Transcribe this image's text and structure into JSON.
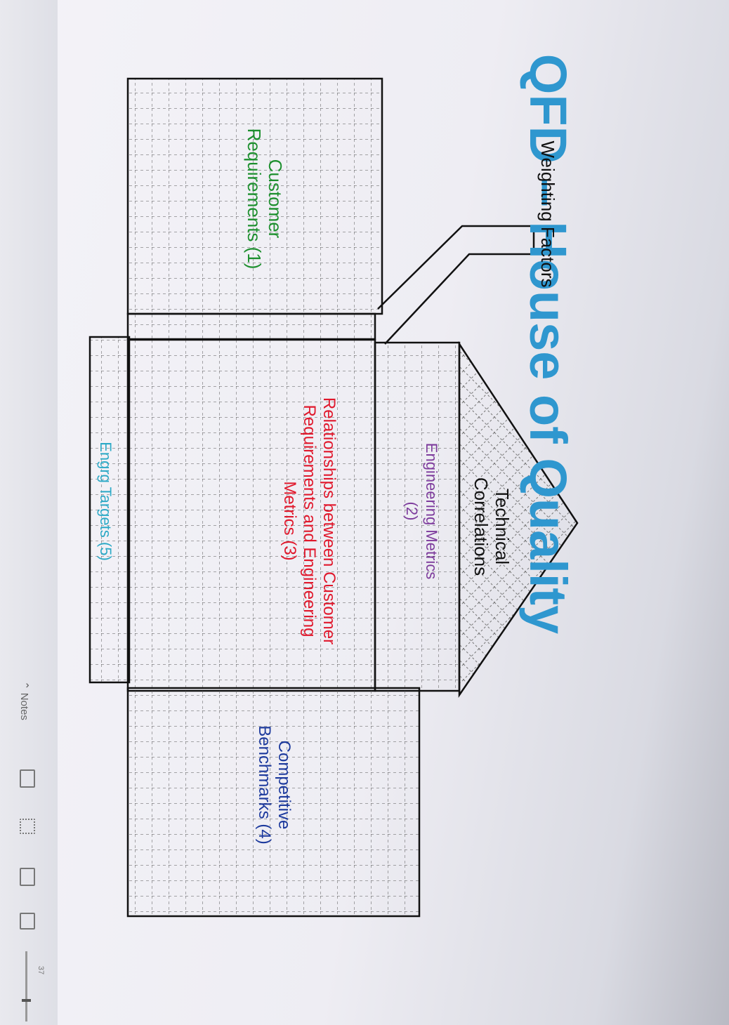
{
  "slide": {
    "title": "QFD – House of Quality",
    "weighting_factors": "Weighting Factors",
    "customer_requirements": "Customer Requirements (1)",
    "technical_correlations": "Technical Correlations",
    "engineering_metrics": "Engineering Metrics (2)",
    "relationships": "Relationships between Customer Requirements and Engineering Metrics (3)",
    "competitive_benchmarks": "Competitive Benchmarks (4)",
    "engrg_targets": "Engrg Targets (5)"
  },
  "status_bar": {
    "notes_label": "Notes",
    "slide_number": "37"
  },
  "colors": {
    "title": "#2f97cf",
    "customer": "#1d8f2e",
    "engineering_metrics": "#7d3b9c",
    "relationships": "#e0182c",
    "benchmarks": "#1d3a9d",
    "targets": "#2ca9c6",
    "lines": "#111111"
  }
}
